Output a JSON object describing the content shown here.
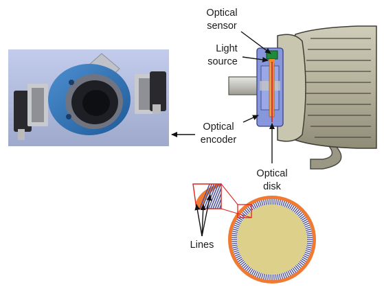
{
  "labels": {
    "optical_sensor": [
      "Optical",
      "sensor"
    ],
    "light_source": [
      "Light",
      "source"
    ],
    "optical_encoder": [
      "Optical",
      "encoder"
    ],
    "optical_disk": [
      "Optical",
      "disk"
    ],
    "lines": "Lines"
  },
  "colors": {
    "motor_body": "#b8b5a0",
    "motor_dark": "#8c8a76",
    "shaft": "#c9c9c2",
    "encoder_housing": "#7f8fd8",
    "sensor_green": "#1f8a3a",
    "light_orange": "#f08a2a",
    "beam_red": "#e0231c",
    "disk_rim": "#f07a32",
    "disk_face": "#dcd08a",
    "disk_lines": "#4a4f9a",
    "photo_bg": "#aeb8d8",
    "encoder_blue": "#2d6fb3"
  },
  "icons": {
    "photo": "encoder-photo-icon",
    "motor": "motor-icon",
    "disk": "optical-disk-icon"
  },
  "disk_line_count": 120
}
